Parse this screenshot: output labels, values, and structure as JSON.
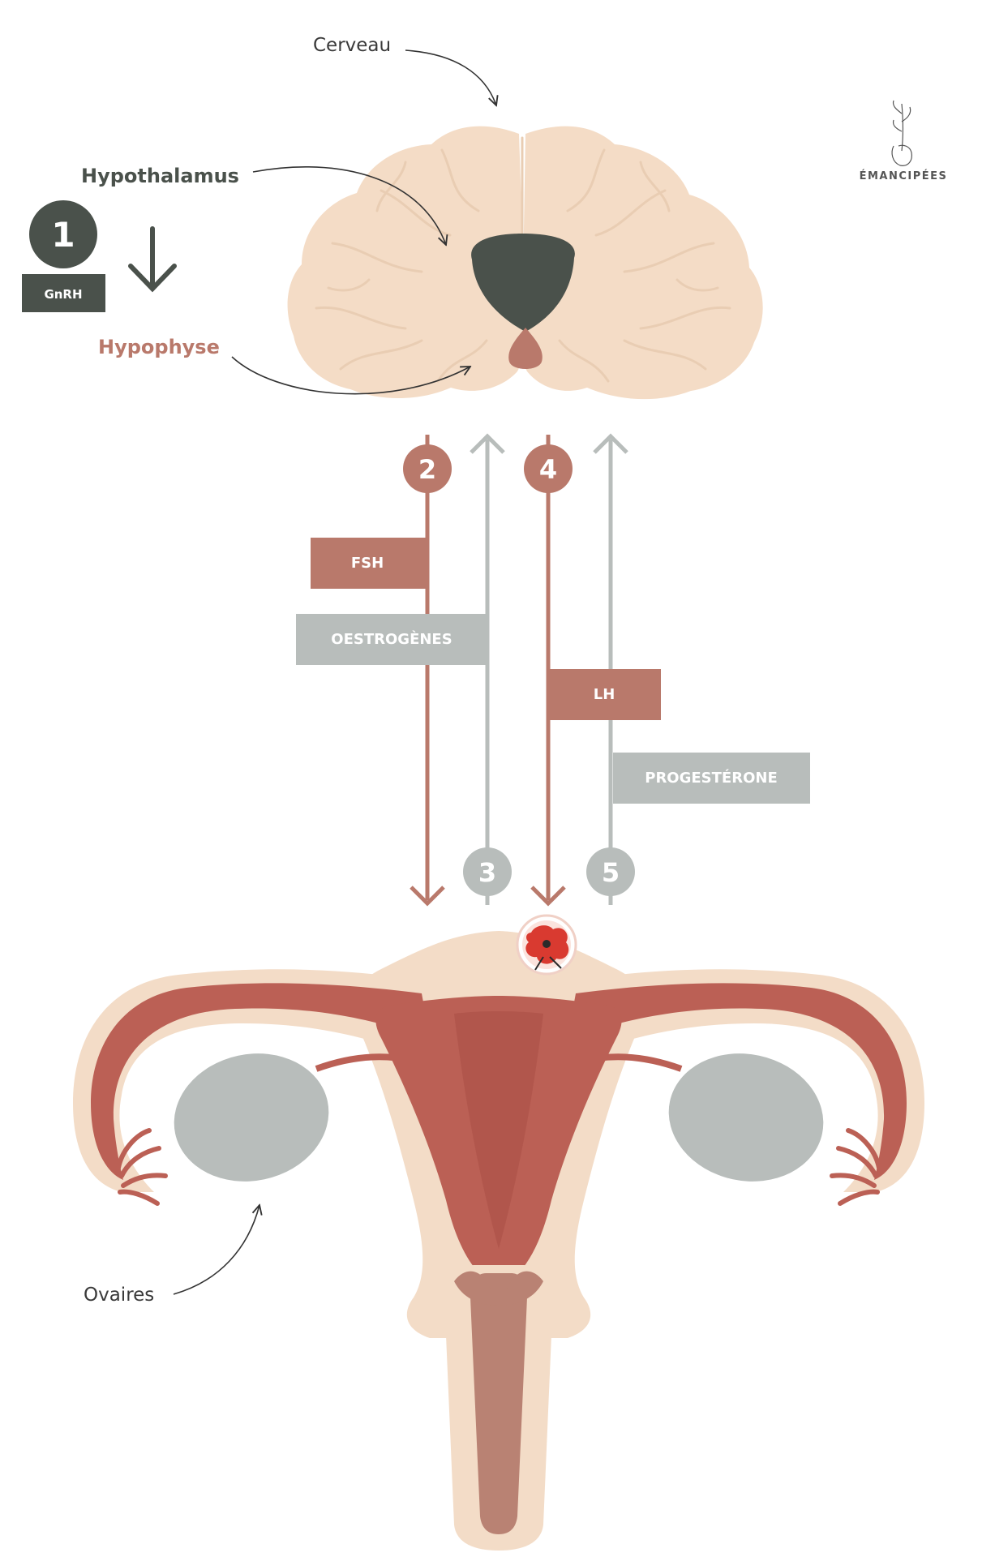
{
  "labels": {
    "brain": "Cerveau",
    "hypothalamus": "Hypothalamus",
    "hypophyse": "Hypophyse",
    "ovaries": "Ovaires",
    "brand": "ÉMANCIPÉES"
  },
  "steps": [
    {
      "number": "1",
      "hormone": "GnRH"
    },
    {
      "number": "2",
      "hormone": "FSH"
    },
    {
      "number": "3",
      "hormone": "OESTROGÈNES"
    },
    {
      "number": "4",
      "hormone": "LH"
    },
    {
      "number": "5",
      "hormone": "PROGESTÉRONE"
    }
  ],
  "colors": {
    "dark_green": "#4a514b",
    "rose_brown": "#b9796b",
    "grey": "#b8bdbb",
    "brain": "#f4dcc6",
    "brain_line": "#ead0b6",
    "uterus_outer": "#f3dcc7",
    "uterus_red": "#bb6055",
    "uterus_dark": "#a94e45",
    "cervix": "#b98273",
    "ovary": "#b8bdbb",
    "label_text": "#3a3a3a"
  },
  "icons": [
    "poppy-flower-icon",
    "hand-branch-logo-icon",
    "down-arrow-icon"
  ]
}
